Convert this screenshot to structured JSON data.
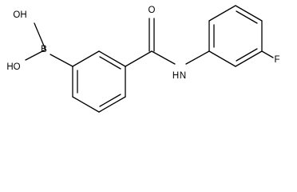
{
  "molecule": {
    "atoms": {
      "boron": "B",
      "hydroxyl_top": "OH",
      "hydroxyl_bottom": "HO",
      "carbonyl_oxygen": "O",
      "amide_nitrogen_h": "H",
      "amide_nitrogen": "N",
      "fluorine": "F"
    }
  }
}
